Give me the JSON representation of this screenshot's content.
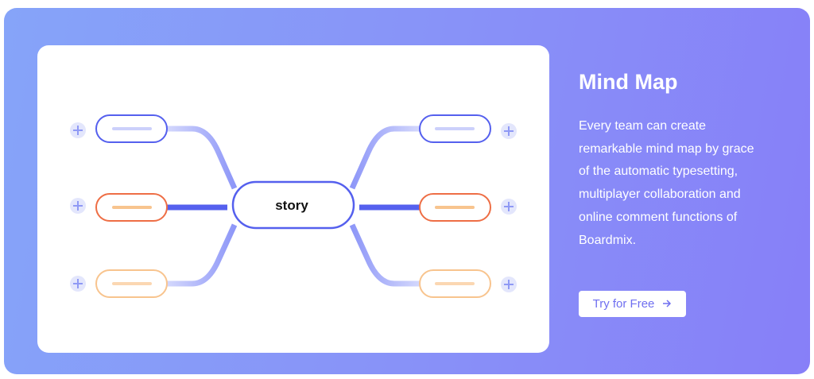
{
  "mindmap": {
    "center_label": "story",
    "colors": {
      "blue": "#5560ee",
      "orange": "#ee6e45",
      "peach": "#f8c48e",
      "link": "#8e97f8",
      "plus_bg": "#e3e6fc",
      "plus": "#8f99f5"
    }
  },
  "info": {
    "title": "Mind Map",
    "description": "Every team can create remarkable mind map by grace of the automatic typesetting, multiplayer collaboration and online comment functions of Boardmix.",
    "cta_label": "Try for Free",
    "cta_icon": "arrow-right-icon"
  }
}
